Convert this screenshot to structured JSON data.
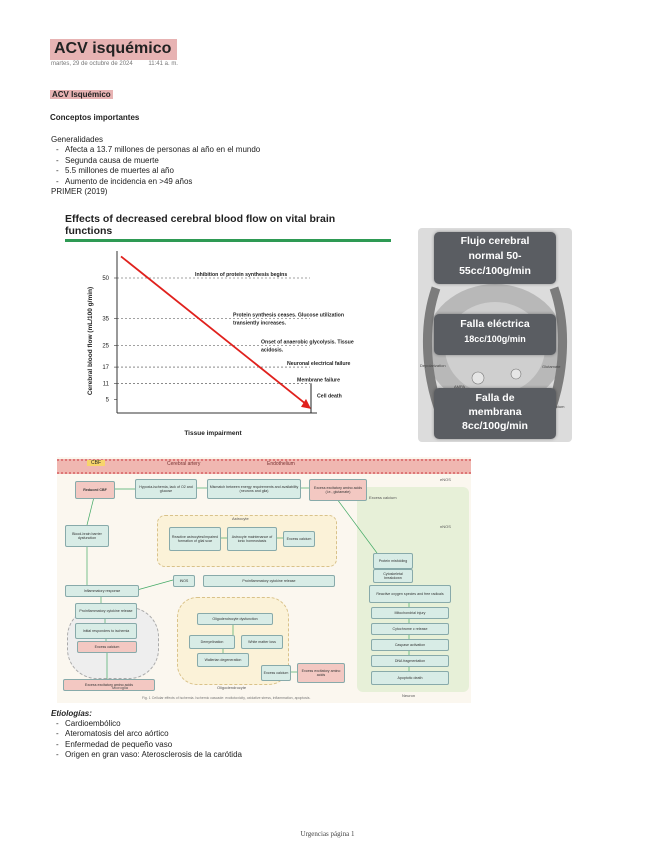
{
  "page": {
    "title": "ACV isquémico",
    "date": "martes, 29 de octubre de 2024",
    "time": "11:41 a. m.",
    "section": "ACV Isquémico",
    "concepts_heading": "Conceptos importantes",
    "generalities_label": "Generalidades",
    "generalities": [
      "Afecta a 13.7 millones de personas al año en el mundo",
      "Segunda causa de muerte",
      "5.5 millones de muertes al año",
      "Aumento de incidencia en >49 años"
    ],
    "primer_ref": "PRIMER (2019)",
    "etiologies_heading": "Etiologías:",
    "etiologies": [
      "Cardioembólico",
      "Ateromatosis del arco aórtico",
      "Enfermedad de pequeño vaso",
      "Origen en gran vaso: Aterosclerosis de la carótida"
    ],
    "footer": "Urgencias página 1"
  },
  "figure_cbf": {
    "title_line1": "Effects of decreased cerebral blood flow on vital brain",
    "title_line2": "functions",
    "accent_color": "#2e9a54",
    "line_color": "#e0211d",
    "chart_data": {
      "type": "line",
      "xlabel": "Tissue impairment",
      "ylabel": "Cerebral blood flow (mL/100 g/min)",
      "ylim": [
        0,
        60
      ],
      "yticks": [
        "50",
        "35",
        "25",
        "17",
        "11",
        "5"
      ],
      "ytick_values": [
        50,
        35,
        25,
        17,
        11,
        5
      ],
      "thresholds": [
        {
          "y": 50,
          "label": "Inhibition of protein synthesis begins"
        },
        {
          "y": 35,
          "label": "Protein synthesis ceases. Glucose utilization"
        },
        {
          "y": 35,
          "label": "transiently increases."
        },
        {
          "y": 25,
          "label": "Onset of anaerobic glycolysis. Tissue"
        },
        {
          "y": 25,
          "label": "acidosis."
        },
        {
          "y": 17,
          "label": "Neuronal electrical failure"
        },
        {
          "y": 11,
          "label": "Membrane failure"
        },
        {
          "y": 5,
          "label": "Cell death"
        }
      ]
    }
  },
  "figure_badges": {
    "badges": [
      {
        "line1": "Flujo cerebral",
        "line2": "normal 50-",
        "line3": "55cc/100g/min"
      },
      {
        "line1": "Falla eléctrica",
        "line2": "18cc/100g/min"
      },
      {
        "line1": "Falla de",
        "line2": "membrana",
        "line3": "8cc/100g/min"
      }
    ],
    "side_labels": [
      "Depolarization",
      "Glutamate",
      "AMPA",
      "Calcium"
    ]
  },
  "figure_pathway": {
    "top_bar": [
      "CBF",
      "Cerebral artery",
      "Endothelium"
    ],
    "boxes": [
      "Reduced CBF",
      "Hypoxia-ischemia, lack of O2 and glucose",
      "Mismatch between energy requirements and availability (neurons and glia)",
      "Excess excitatory amino acids (i.e., glutamate)",
      "Blood-brain barrier dysfunction",
      "Reactive astrocytes/impaired formation of glial scar",
      "Astrocyte maintenance of ionic homeostasis",
      "Excess calcium",
      "Inflammatory response",
      "iNOS",
      "Proinflammatory cytokine release",
      "Proinflammatory cytokine release",
      "Initial responders to ischemia",
      "Excess calcium",
      "Excess excitatory amino acids",
      "Oligodendrocyte dysfunction",
      "Demyelination",
      "Wallerian degeneration",
      "White matter loss",
      "Excess calcium",
      "Excess excitatory amino acids",
      "Protein misfolding",
      "Cytoskeletal breakdown",
      "Reactive oxygen species and free radicals",
      "Mitochondrial injury",
      "Cytochrome c release",
      "Caspase activation",
      "DNA fragmentation",
      "Apoptotic death"
    ],
    "labels": [
      "Astrocyte",
      "Microglia",
      "Oligodendrocyte",
      "Neuron",
      "nNOS",
      "eNOS",
      "Excess calcium"
    ],
    "caption": "Fig. 1 Cellular effects of ischemia. Ischemic cascade: excitotoxicity, oxidative stress, inflammation, apoptosis."
  }
}
